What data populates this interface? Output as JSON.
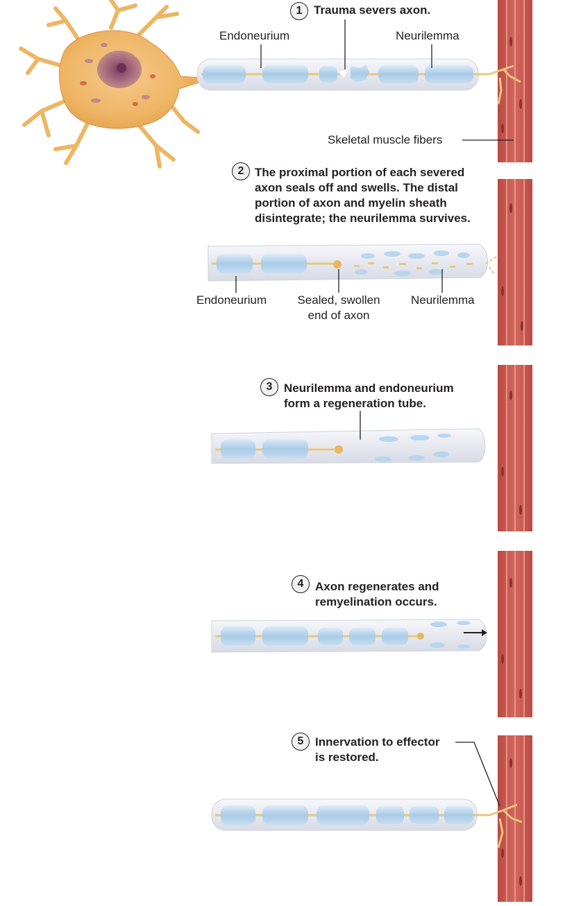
{
  "colors": {
    "neuron_body": "#f2bd6c",
    "nucleus": "#a0627a",
    "tube": "#e9ebf2",
    "myelin": "#b8d6ee",
    "axon": "#e8c67a",
    "muscle": "#c8584f",
    "muscle_stripe": "#e49589"
  },
  "steps": [
    {
      "number": "1",
      "lines": [
        "Trauma severs axon."
      ]
    },
    {
      "number": "2",
      "lines": [
        "The proximal portion of each severed",
        "axon seals off and swells. The distal",
        "portion of axon and myelin sheath",
        "disintegrate; the neurilemma survives."
      ]
    },
    {
      "number": "3",
      "lines": [
        "Neurilemma and endoneurium",
        "form a regeneration tube."
      ]
    },
    {
      "number": "4",
      "lines": [
        "Axon regenerates and",
        "remyelination occurs."
      ]
    },
    {
      "number": "5",
      "lines": [
        "Innervation to effector",
        "is restored."
      ]
    }
  ],
  "labels": {
    "endoneurium": "Endoneurium",
    "neurilemma": "Neurilemma",
    "skeletal_muscle_fibers": "Skeletal muscle fibers",
    "sealed_end_line1": "Sealed, swollen",
    "sealed_end_line2": "end of axon"
  }
}
